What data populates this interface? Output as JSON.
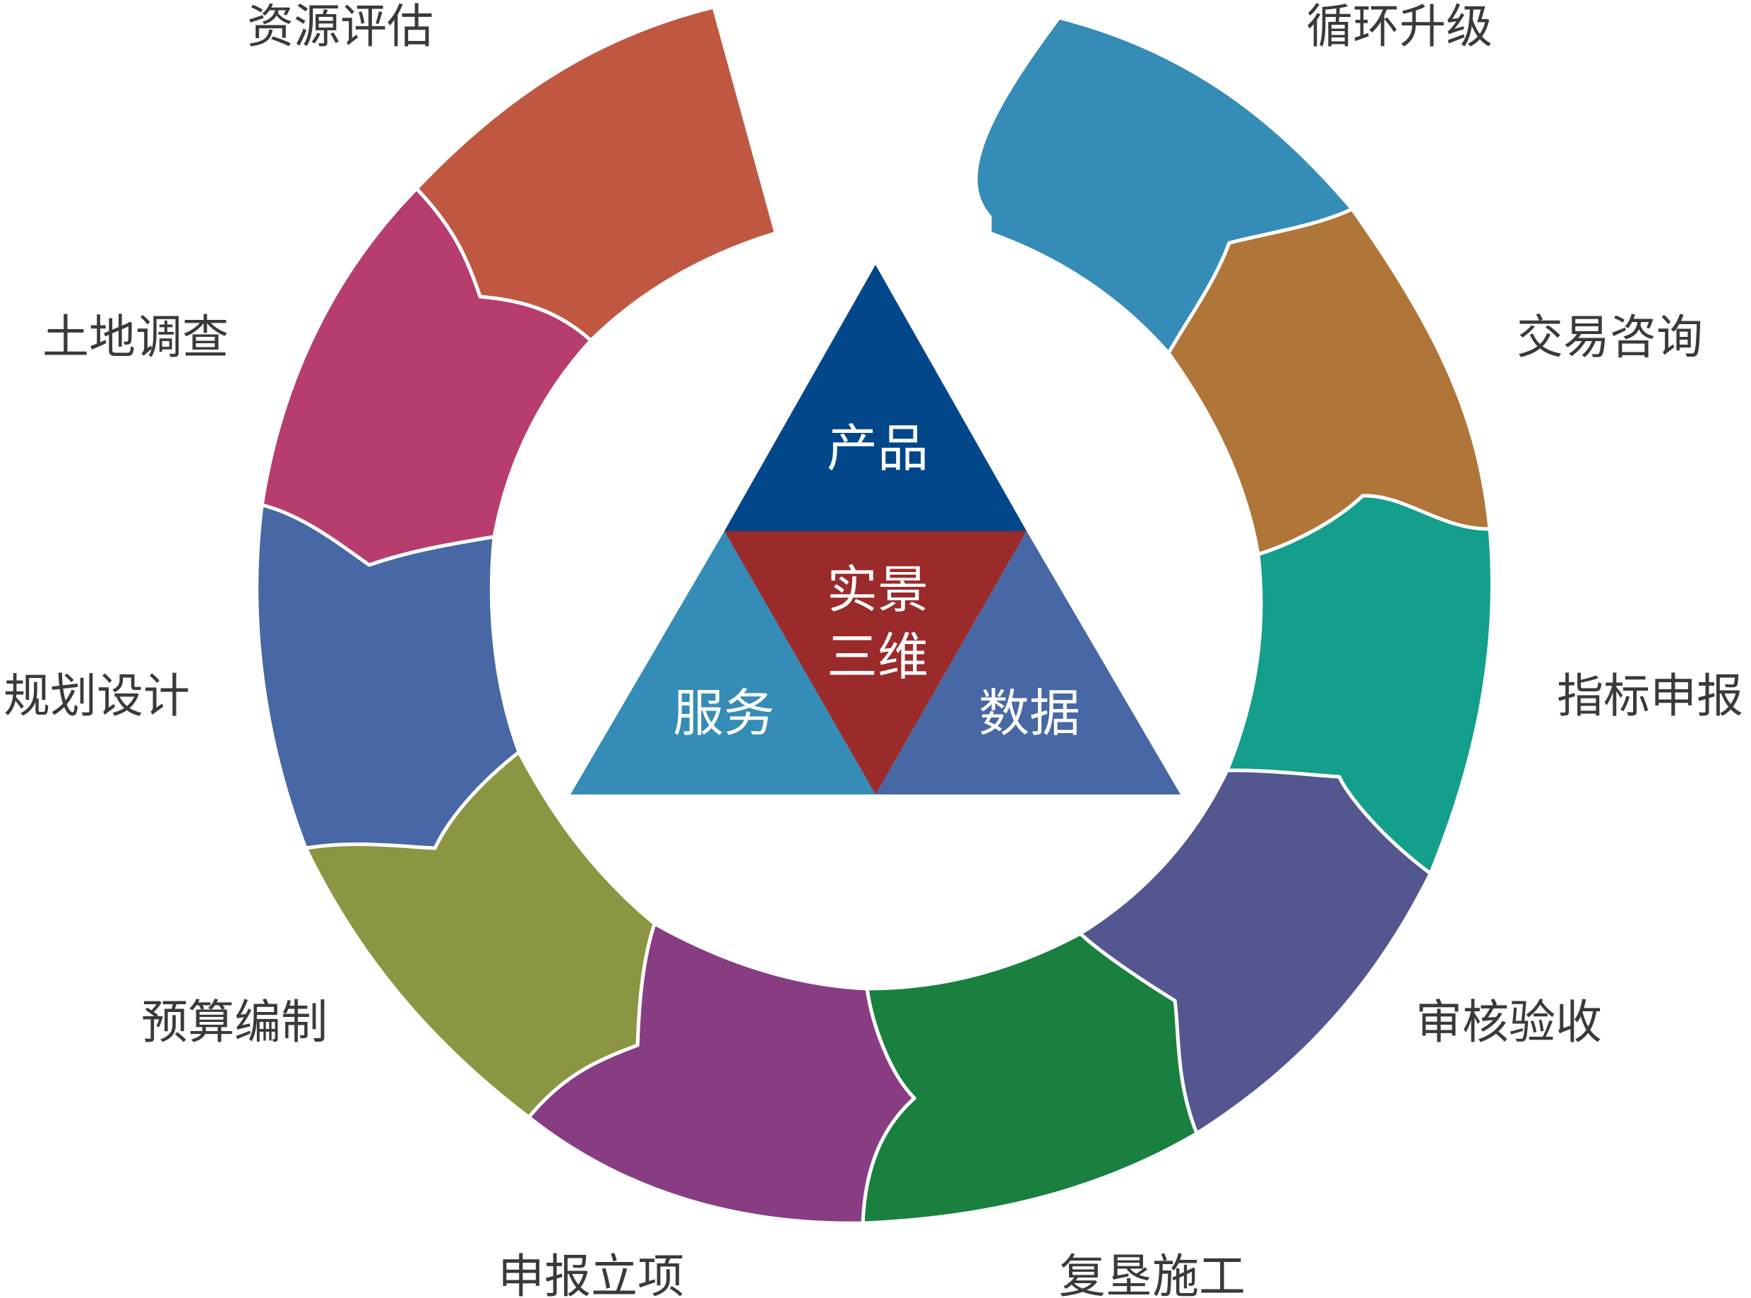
{
  "cycle": {
    "stages": [
      {
        "label": "循环升级",
        "color": "#358cb6"
      },
      {
        "label": "交易咨询",
        "color": "#b07538"
      },
      {
        "label": "指标申报",
        "color": "#139f8b"
      },
      {
        "label": "审核验收",
        "color": "#53568f"
      },
      {
        "label": "复垦施工",
        "color": "#1a8040"
      },
      {
        "label": "申报立项",
        "color": "#883d83"
      },
      {
        "label": "预算编制",
        "color": "#8c9541"
      },
      {
        "label": "规划设计",
        "color": "#4767a5"
      },
      {
        "label": "土地调查",
        "color": "#b73d6e"
      },
      {
        "label": "资源评估",
        "color": "#c05841"
      }
    ]
  },
  "triangle": {
    "top": {
      "label": "产品",
      "color": "#02478a"
    },
    "center": {
      "line1": "实景",
      "line2": "三维",
      "color": "#9b2a2a"
    },
    "left": {
      "label": "服务",
      "color": "#358cb6"
    },
    "right": {
      "label": "数据",
      "color": "#4767a5"
    }
  }
}
